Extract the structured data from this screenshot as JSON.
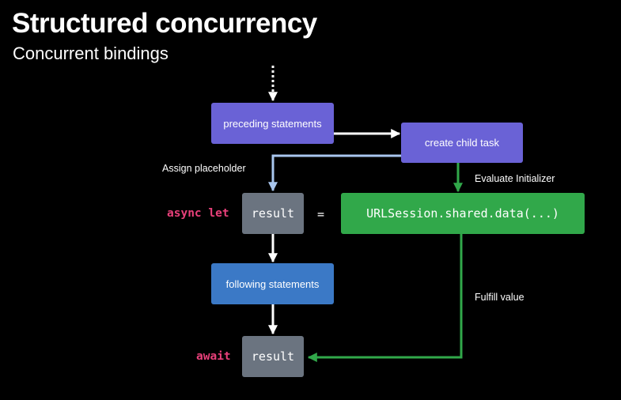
{
  "header": {
    "title": "Structured concurrency",
    "subtitle": "Concurrent bindings"
  },
  "diagram": {
    "preceding_statements": "preceding statements",
    "create_child_task": "create child task",
    "assign_placeholder": "Assign placeholder",
    "evaluate_initializer": "Evaluate Initializer",
    "async_let_keyword": "async let",
    "result_placeholder": "result",
    "equals_sign": "=",
    "initializer_code": "URLSession.shared.data(...)",
    "following_statements": "following statements",
    "fulfill_value": "Fulfill value",
    "await_keyword": "await",
    "awaited_result": "result"
  },
  "colors": {
    "background": "#000000",
    "purple_box": "#6a62d6",
    "blue_box": "#3b79c6",
    "green_box": "#31a84a",
    "gray_box": "#6b7480",
    "keyword": "#e8407a",
    "green_arrow": "#31a84a",
    "blue_arrow": "#a9c6ee",
    "white_arrow": "#ffffff"
  }
}
